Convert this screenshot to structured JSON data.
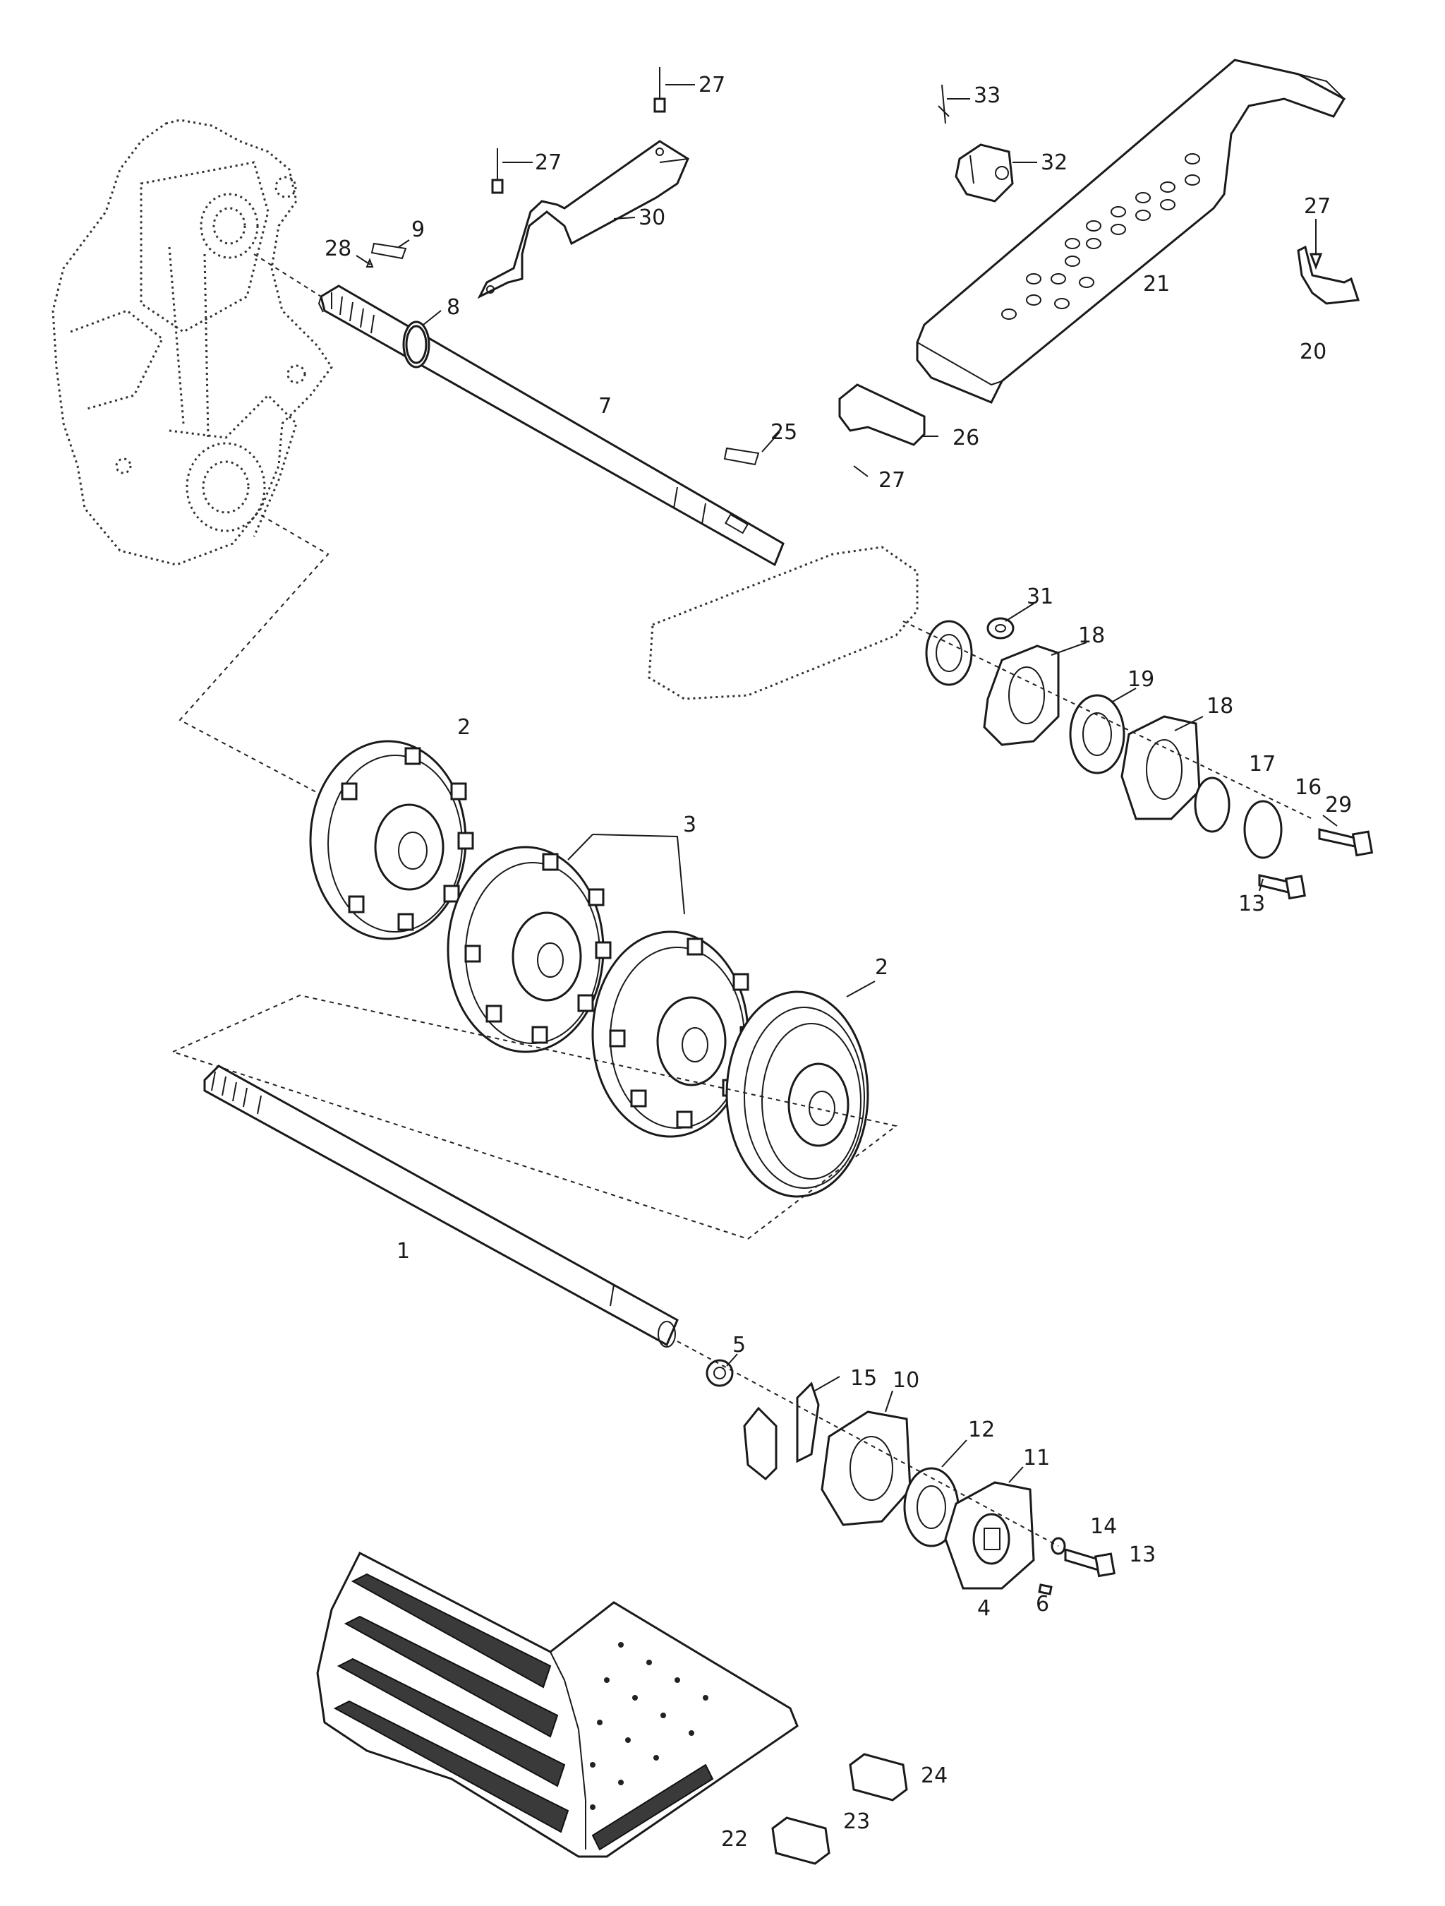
{
  "diagram": {
    "callouts": [
      "1",
      "2",
      "2",
      "3",
      "4",
      "5",
      "6",
      "7",
      "8",
      "9",
      "10",
      "11",
      "12",
      "13",
      "13",
      "14",
      "15",
      "16",
      "17",
      "18",
      "18",
      "19",
      "20",
      "21",
      "22",
      "23",
      "24",
      "25",
      "26",
      "27",
      "27",
      "27",
      "27",
      "28",
      "29",
      "30",
      "31",
      "32",
      "33"
    ]
  }
}
